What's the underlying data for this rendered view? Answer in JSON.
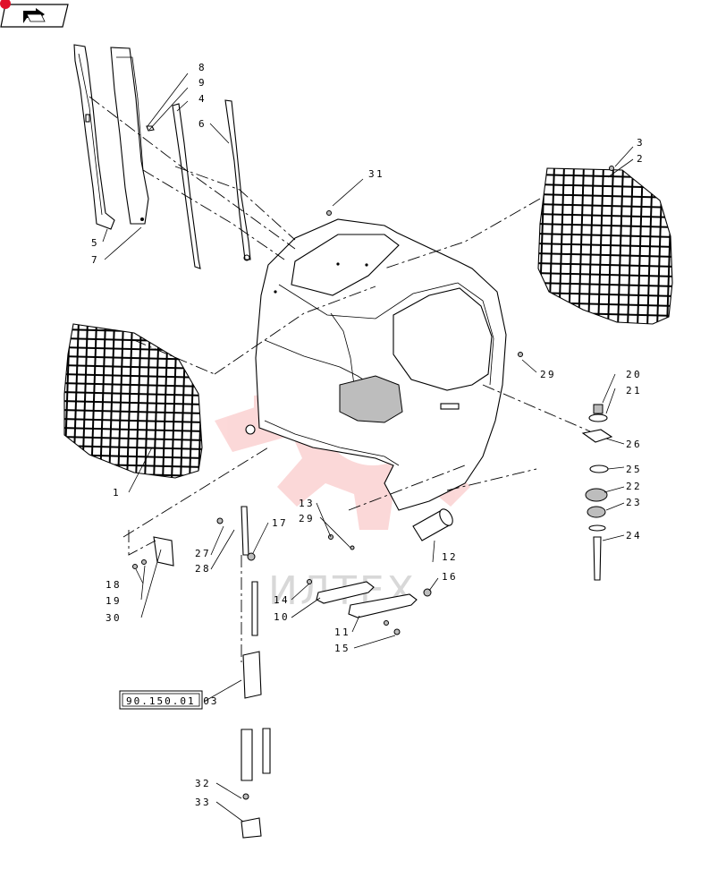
{
  "watermark": {
    "text": "ИЛТЕХ",
    "gear_color": "#f05050"
  },
  "header": {
    "icon": "book-arrow-icon",
    "corner_dot_color": "#e0102a"
  },
  "reference_box": {
    "text": "90.150.01 03"
  },
  "callouts": {
    "c1": "1",
    "c2": "2",
    "c3": "3",
    "c4": "4",
    "c5": "5",
    "c6": "6",
    "c7": "7",
    "c8": "8",
    "c9": "9",
    "c10": "10",
    "c11": "11",
    "c12": "12",
    "c13": "13",
    "c14": "14",
    "c15": "15",
    "c16": "16",
    "c17": "17",
    "c18": "18",
    "c19": "19",
    "c20": "20",
    "c21": "21",
    "c22": "22",
    "c23": "23",
    "c24": "24",
    "c25": "25",
    "c26": "26",
    "c27": "27",
    "c28": "28",
    "c29a": "29",
    "c29b": "29",
    "c30": "30",
    "c31": "31",
    "c32": "32",
    "c33": "33"
  }
}
